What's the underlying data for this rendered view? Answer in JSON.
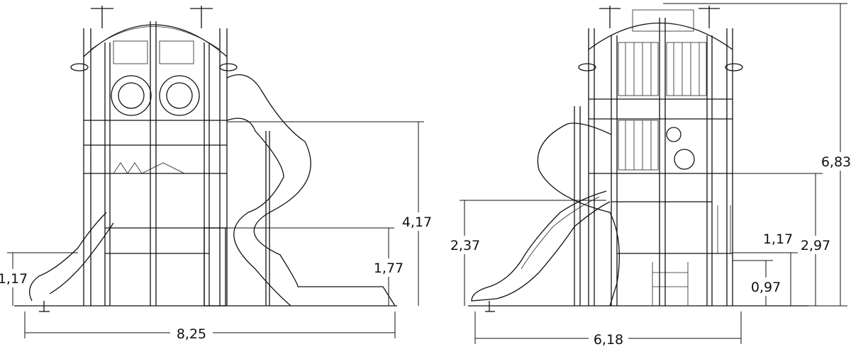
{
  "front_view": {
    "dimensions": {
      "width": "8,25",
      "total_height": "4,17",
      "slide_platform_height": "1,77",
      "small_slide_height": "1,17"
    }
  },
  "side_view": {
    "dimensions": {
      "width": "6,18",
      "slide_height": "2,37",
      "overall_height": "6,83",
      "platform_height": "2,97",
      "mid_height": "1,17",
      "low_height": "0,97"
    }
  }
}
